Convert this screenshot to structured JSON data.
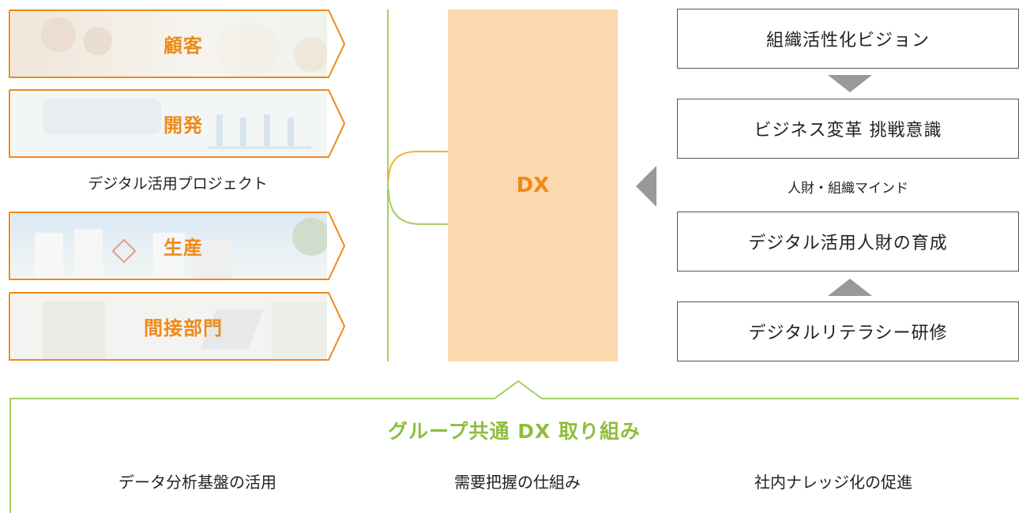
{
  "left_cards": [
    {
      "label": "顧客"
    },
    {
      "label": "開発"
    },
    {
      "label": "生産"
    },
    {
      "label": "間接部門"
    }
  ],
  "project_label": "デジタル活用プロジェクト",
  "center": {
    "label": "DX"
  },
  "right_boxes": [
    {
      "label": "組織活性化ビジョン"
    },
    {
      "label": "ビジネス変革 挑戦意識"
    },
    {
      "label": "デジタル活用人財の育成"
    },
    {
      "label": "デジタルリテラシー研修"
    }
  ],
  "mind_label": "人財・組織マインド",
  "bottom": {
    "title": "グループ共通 DX 取り組み",
    "items": [
      "データ分析基盤の活用",
      "需要把握の仕組み",
      "社内ナレッジ化の促進"
    ]
  },
  "colors": {
    "orange": "#ee8a17",
    "dx_fill": "#fbd8ae",
    "green": "#a6cf5c",
    "bottom_title_green": "#8dbe3c",
    "gray_arrow": "#999999"
  },
  "icons": [
    "chevron-down-icon",
    "chevron-up-icon",
    "triangle-left-icon",
    "arrow-right-icon"
  ]
}
